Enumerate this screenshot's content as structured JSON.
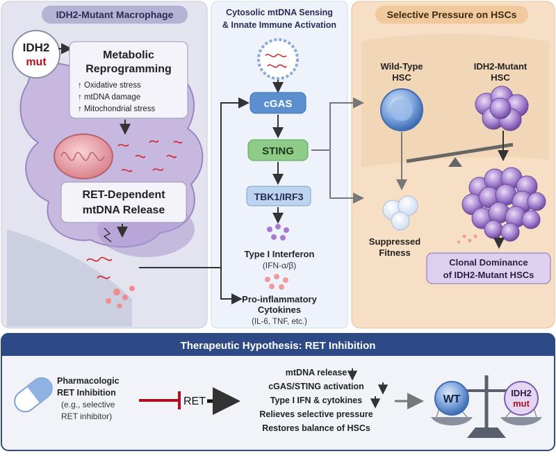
{
  "panels": {
    "left": {
      "title": "IDH2-Mutant Macrophage",
      "badge": {
        "line1": "IDH2",
        "line2": "mut"
      },
      "reprogramming": {
        "title_line1": "Metabolic",
        "title_line2": "Reprogramming",
        "items": [
          "↑ Oxidative stress",
          "↑ mtDNA damage",
          "↑ Mitochondrial stress"
        ]
      },
      "release": {
        "line1": "RET-Dependent",
        "line2": "mtDNA Release"
      }
    },
    "middle": {
      "title_line1": "Cytosolic mtDNA Sensing",
      "title_line2": "& Innate Immune Activation",
      "nodes": {
        "cgas": "cGAS",
        "sting": "STING",
        "tbk": "TBK1/IRF3"
      },
      "interferon": {
        "line1": "Type I Interferon",
        "line2": "(IFN-α/β)"
      },
      "cytokines": {
        "line1": "Pro-inflammatory",
        "line2": "Cytokines",
        "line3": "(IL-6, TNF, etc.)"
      }
    },
    "right": {
      "title": "Selective Pressure on HSCs",
      "wild_type": {
        "line1": "Wild-Type",
        "line2": "HSC"
      },
      "mutant": {
        "line1": "IDH2-Mutant",
        "line2": "HSC"
      },
      "suppressed": {
        "line1": "Suppressed",
        "line2": "Fitness"
      },
      "dominance": {
        "line1": "Clonal Dominance",
        "line2": "of IDH2-Mutant HSCs"
      }
    }
  },
  "bottom": {
    "title": "Therapeutic Hypothesis: RET Inhibition",
    "drug": {
      "line1": "Pharmacologic",
      "line2": "RET Inhibition",
      "line3": "(e.g., selective",
      "line4": "RET inhibitor)"
    },
    "ret_label": "RET",
    "effects": [
      {
        "text": "mtDNA release",
        "down": true
      },
      {
        "text": "cGAS/STING activation",
        "down": true
      },
      {
        "text": "Type I IFN & cytokines",
        "down": true
      },
      {
        "text": "Relieves selective pressure",
        "down": false
      },
      {
        "text": "Restores balance of HSCs",
        "down": false
      }
    ],
    "scale": {
      "wt": "WT",
      "mut_line1": "IDH2",
      "mut_line2": "mut"
    }
  },
  "colors": {
    "accent_red": "#b01020",
    "purple": "#6a4fa3",
    "blue_node": "#5b8fd0",
    "green_node": "#7fc07a",
    "orange_panel": "#f6dfc4",
    "bottom_header": "#2d4a86"
  }
}
